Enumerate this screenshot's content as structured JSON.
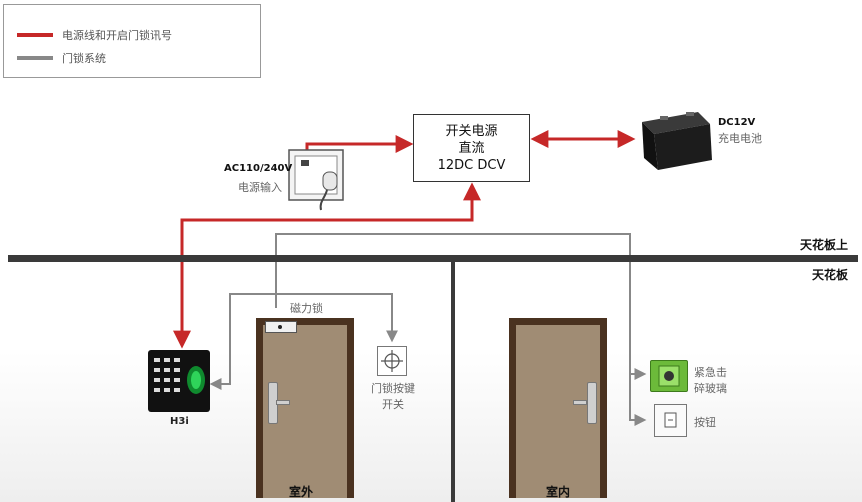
{
  "legend": {
    "items": [
      {
        "label": "电源线和开启门锁讯号",
        "color": "#c62828"
      },
      {
        "label": "门锁系统",
        "color": "#888888"
      }
    ]
  },
  "power_supply": {
    "line1": "开关电源",
    "line2": "直流",
    "line3": "12DC DCV"
  },
  "battery": {
    "label_line1": "DC12V",
    "label_line2": "充电电池"
  },
  "ac_input": {
    "label_line1": "AC110/240V",
    "label_line2": "电源输入"
  },
  "ceiling": {
    "above": "天花板上",
    "board": "天花板"
  },
  "mag_lock": {
    "label": "磁力锁"
  },
  "exit_button": {
    "label_line1": "门锁按键",
    "label_line2": "开关"
  },
  "reader": {
    "label": "H3i"
  },
  "emergency_glass": {
    "label_line1": "紧急击",
    "label_line2": "碎玻璃"
  },
  "push_button": {
    "label": "按钮"
  },
  "doors": {
    "outside": "室外",
    "inside": "室内"
  },
  "colors": {
    "power_line": "#c62828",
    "lock_line": "#888888",
    "door_frame": "#4a3220",
    "door_leaf": "#a08c74",
    "board": "#3a3a3a"
  }
}
